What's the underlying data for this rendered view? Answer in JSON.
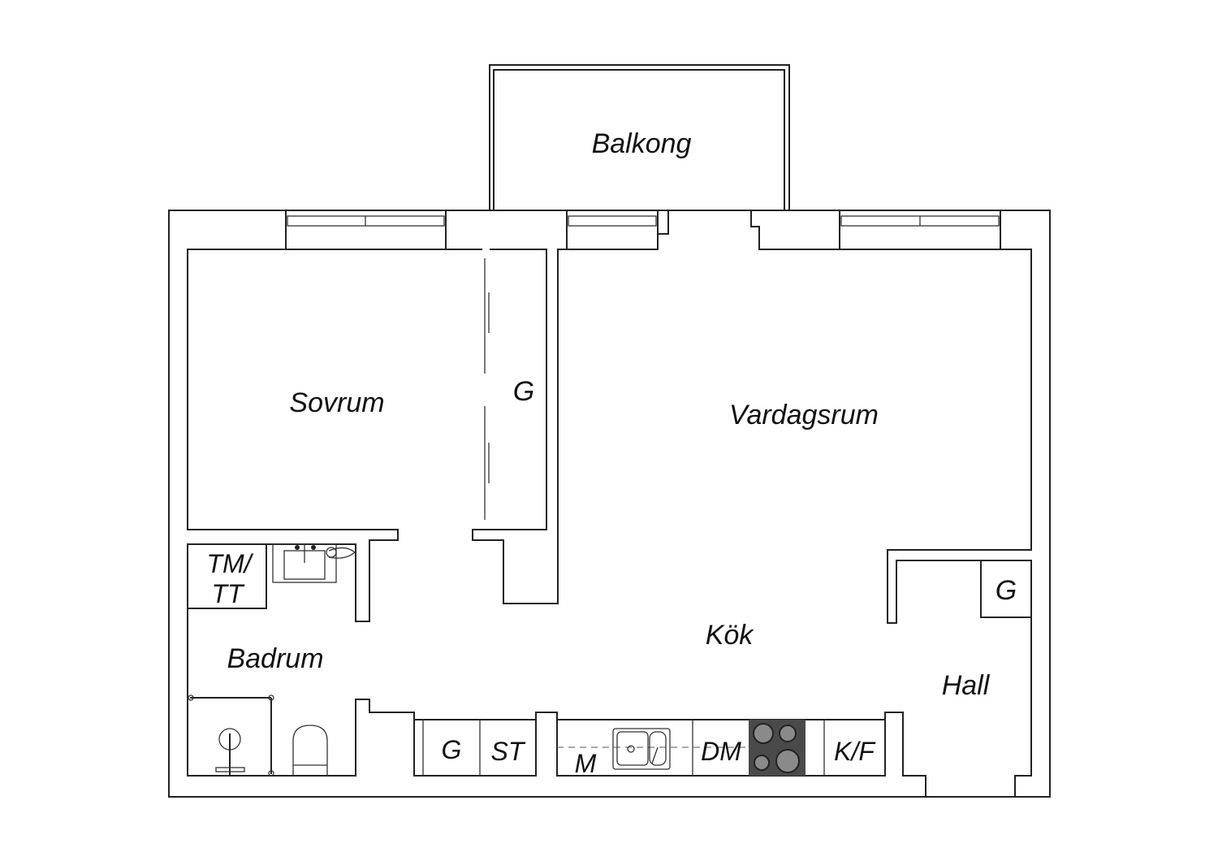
{
  "rooms": {
    "balkong": "Balkong",
    "sovrum": "Sovrum",
    "garderob_sovrum": "G",
    "vardagsrum": "Vardagsrum",
    "kok": "Kök",
    "badrum": "Badrum",
    "hall": "Hall",
    "garderob_hall": "G"
  },
  "fixtures": {
    "tvattmaskin_line1": "TM/",
    "tvattmaskin_line2": "TT",
    "kitchen_g": "G",
    "kitchen_st": "ST",
    "kitchen_m": "M",
    "kitchen_dm": "DM",
    "kitchen_kf": "K/F"
  },
  "colors": {
    "stroke": "#222222",
    "stove": "#4a4a4a",
    "burner": "#8a8a8a"
  }
}
